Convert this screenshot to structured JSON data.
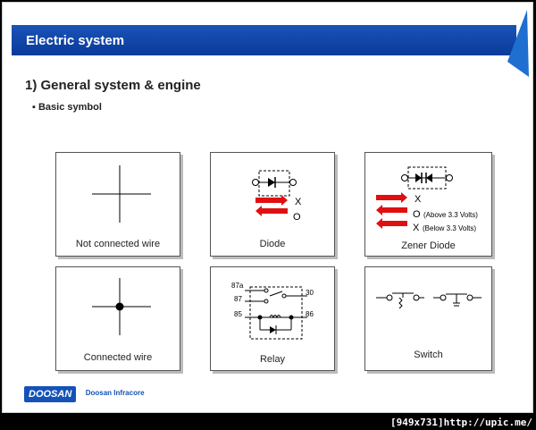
{
  "header": {
    "title": "Electric system"
  },
  "section": {
    "title": "1) General system & engine"
  },
  "bullet": {
    "label": "Basic symbol"
  },
  "boxes": {
    "not_connected": {
      "label": "Not connected wire"
    },
    "diode": {
      "label": "Diode",
      "line1": "X",
      "line2": "O"
    },
    "zener": {
      "label": "Zener Diode",
      "line1": "X",
      "line2_mark": "O",
      "line2_note": "(Above 3.3 Volts)",
      "line3_mark": "X",
      "line3_note": "(Below 3.3 Volts)"
    },
    "connected": {
      "label": "Connected wire"
    },
    "relay": {
      "label": "Relay",
      "pin87a": "87a",
      "pin87": "87",
      "pin30": "30",
      "pin85": "85",
      "pin86": "86"
    },
    "switch": {
      "label": "Switch"
    }
  },
  "footer": {
    "logo_mark": "DOOSAN",
    "logo_text": "Doosan Infracore"
  },
  "watermark": {
    "text": "[949x731]http://upic.me/"
  },
  "colors": {
    "accent": "#1452b8",
    "arrow": "#e01010"
  }
}
